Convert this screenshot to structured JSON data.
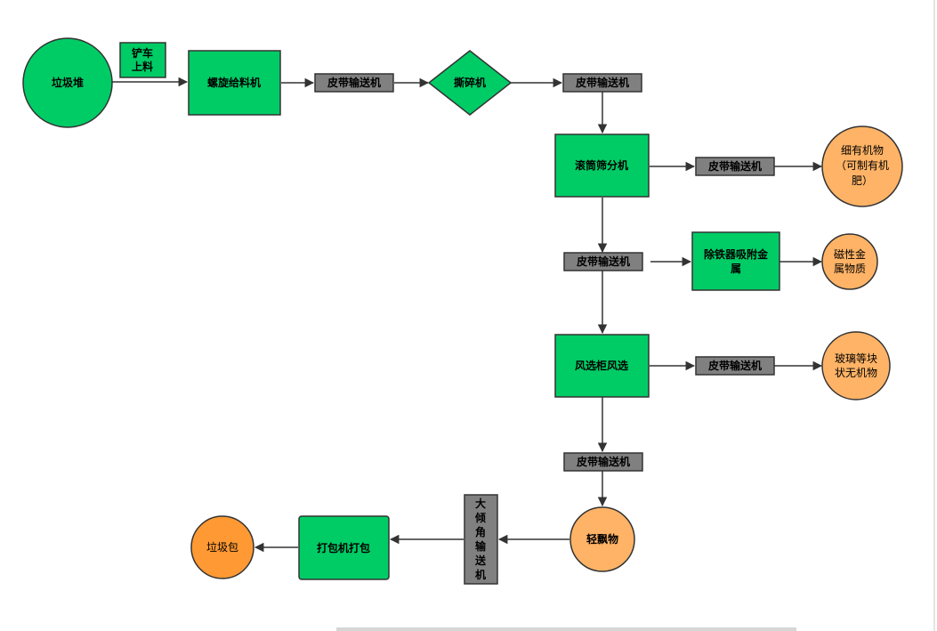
{
  "diagram": {
    "nodes": {
      "garbage_pile": "垃圾堆",
      "loader": [
        "铲车",
        "上料"
      ],
      "screw_feeder": "螺旋给料机",
      "belt_1": "皮带输送机",
      "shredder": "撕碎机",
      "belt_2": "皮带输送机",
      "drum_screen": "滚筒筛分机",
      "belt_3": "皮带输送机",
      "fine_organics": [
        "细有机物",
        "（可制有机",
        "肥）"
      ],
      "belt_4": "皮带输送机",
      "iron_remover": [
        "除铁器吸附金",
        "属"
      ],
      "magnetic_metal": [
        "磁性金",
        "属物质"
      ],
      "wind_sorter": "风选柜风选",
      "belt_5": "皮带输送机",
      "glass_inorganics": [
        "玻璃等块",
        "状无机物"
      ],
      "belt_6": "皮带输送机",
      "light_float": "轻飘物",
      "incline_conveyor": [
        "大",
        "倾",
        "角",
        "输",
        "送",
        "机"
      ],
      "baler": "打包机打包",
      "garbage_bale": "垃圾包"
    },
    "colors": {
      "green": "#00cc66",
      "gray": "#808080",
      "light_orange": "#ffb366",
      "orange": "#ff9933",
      "stroke": "#333333"
    }
  }
}
